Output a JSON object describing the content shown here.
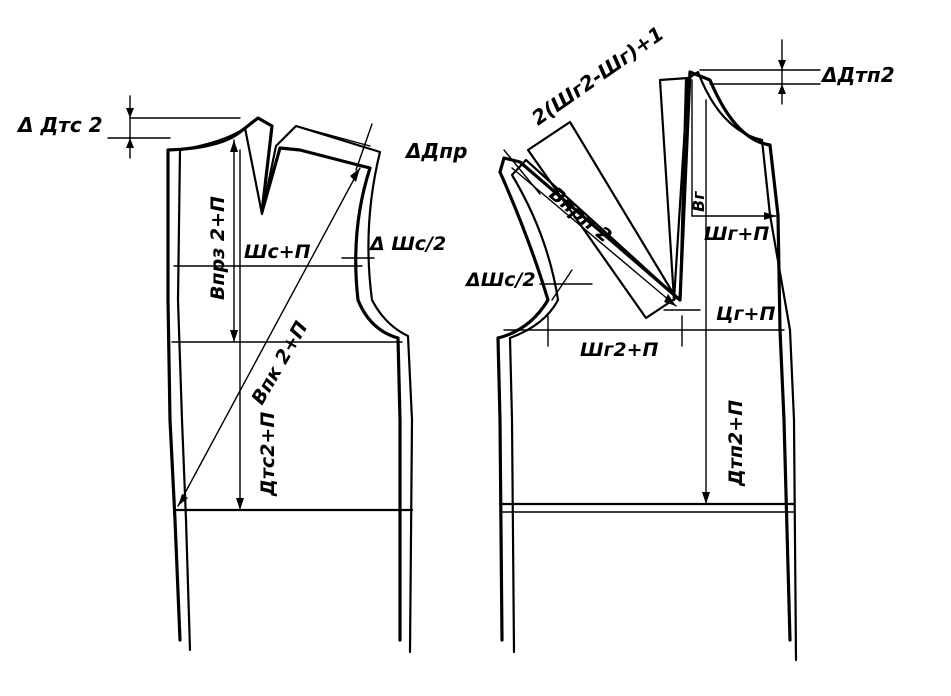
{
  "labels": {
    "left_dtc2": "Δ Дтс 2",
    "left_dpr": "ΔДпр",
    "left_vpk2p": "Впрз 2+П",
    "left_shcp": "Шс+П",
    "left_dshc2": "Δ Шс/2",
    "left_vpk2p_diag": "Впк 2+П",
    "left_dtc2p": "Дтс2+П",
    "right_formula": "2(Шг2-Шг)+1",
    "right_dtp2": "ΔДтп2",
    "right_vprp2": "Впрп 2",
    "right_vg": "Вг",
    "right_shgp": "Шг+П",
    "right_dshc2": "ΔШс/2",
    "right_cgp": "Цг+П",
    "right_shg2p": "Шг2+П",
    "right_dtp2p": "Дтп2+П"
  },
  "colors": {
    "ink": "#000000",
    "paper": "#ffffff"
  }
}
